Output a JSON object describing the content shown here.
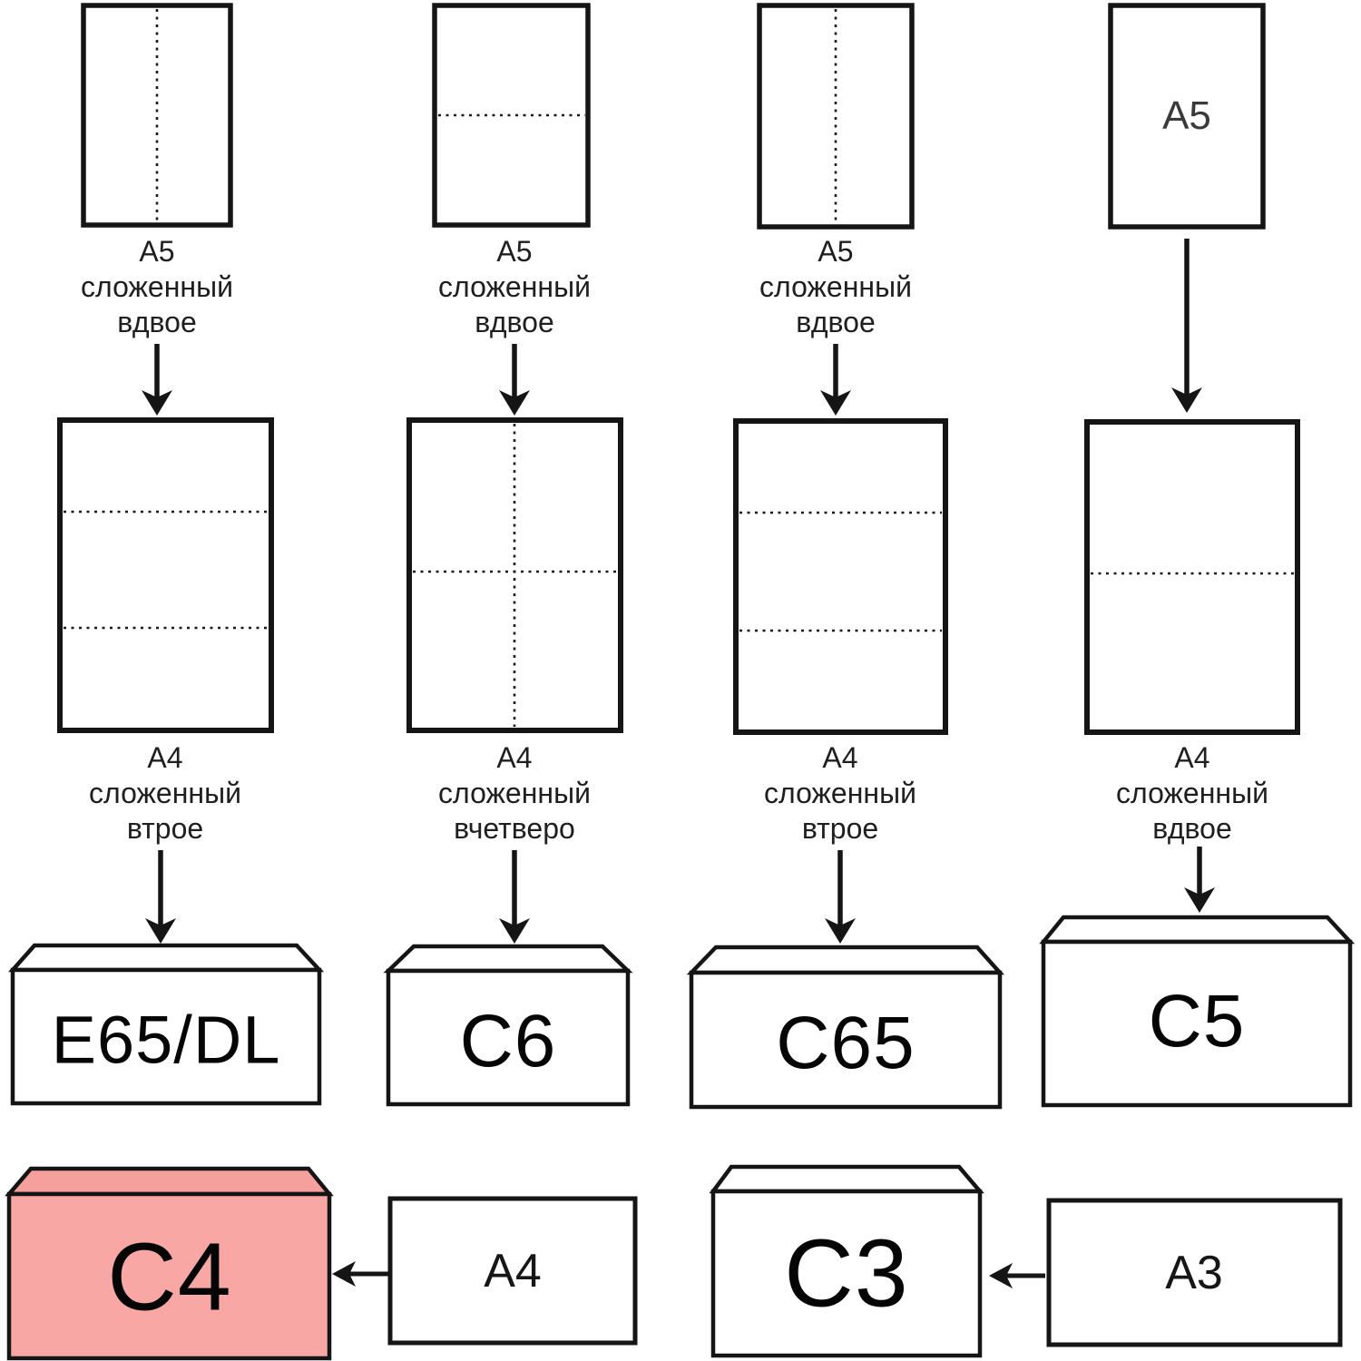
{
  "diagram_title": "",
  "colors": {
    "ink": "#151515",
    "paper": "#ffffff",
    "highlight_envelope_body": "#f8a7a4",
    "highlight_envelope_flap": "#f5a09d"
  },
  "columns": [
    {
      "a5_label_lines": [
        "А5",
        "сложенный",
        "вдвое"
      ],
      "a5_fold": "half-vertical",
      "a4_label_lines": [
        "А4",
        "сложенный",
        "втрое"
      ],
      "a4_fold": "thirds-horizontal",
      "envelope_label": "E65/DL"
    },
    {
      "a5_label_lines": [
        "А5",
        "сложенный",
        "вдвое"
      ],
      "a5_fold": "half-horizontal",
      "a4_label_lines": [
        "А4",
        "сложенный",
        "вчетверо"
      ],
      "a4_fold": "quarters-cross",
      "envelope_label": "C6"
    },
    {
      "a5_label_lines": [
        "А5",
        "сложенный",
        "вдвое"
      ],
      "a5_fold": "half-vertical",
      "a4_label_lines": [
        "А4",
        "сложенный",
        "втрое"
      ],
      "a4_fold": "thirds-horizontal",
      "envelope_label": "C65"
    },
    {
      "a5_inner_label": "A5",
      "a5_fold": "none",
      "a4_label_lines": [
        "А4",
        "сложенный",
        "вдвое"
      ],
      "a4_fold": "half-horizontal",
      "envelope_label": "C5"
    }
  ],
  "bottom_row": [
    {
      "envelope_label": "C4",
      "source_label": "А4",
      "highlighted": true,
      "body_color": "#f8a7a4",
      "flap_color": "#f5a09d"
    },
    {
      "envelope_label": "C3",
      "source_label": "А3",
      "highlighted": false,
      "body_color": "#ffffff",
      "flap_color": "#ffffff"
    }
  ]
}
